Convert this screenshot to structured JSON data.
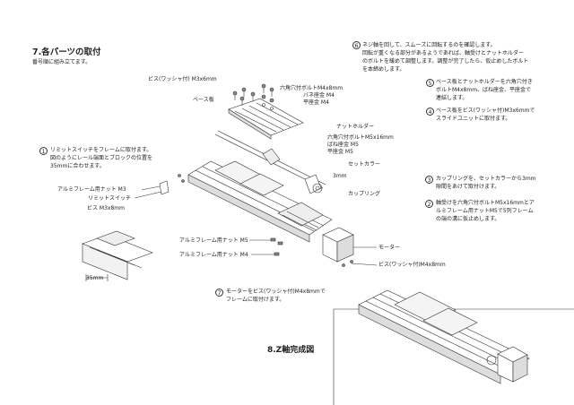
{
  "header": {
    "title": "7.各パーツの取付",
    "subtitle": "番号順に組み立てます。"
  },
  "steps": [
    {
      "num": "6",
      "lines": [
        "ネジ軸を回して、スムーズに回転するのを確認します。",
        "回転が重くなる部分があるようであれば、軸受けとナットホルダー",
        "のボルトを緩めて調整します。調整が完了したら、仮止めしたボルト",
        "を本締めします。"
      ]
    },
    {
      "num": "5",
      "lines": [
        "ベース板とナットホルダーを六角穴付き",
        "ボルトM4x8mm、ばね座金、平座金で",
        "連結します。"
      ]
    },
    {
      "num": "4",
      "lines": [
        "ベース板をビス(ワッシャ付)M3x6mmで",
        "スライドユニットに取付ます。"
      ]
    },
    {
      "num": "1",
      "lines": [
        "リミットスイッチをフレームに取付ます。",
        "図のようにレール端面とブロックの位置を",
        "35mmに合わせます。"
      ]
    },
    {
      "num": "3",
      "lines": [
        "カップリングを、セットカラーから3mm",
        "隙間をあけて取付けます。"
      ]
    },
    {
      "num": "2",
      "lines": [
        "軸受けを六角穴付ボルトM5x16mmとア",
        "ルミフレーム用ナットM5で5列フレーム",
        "の端の溝に仮止めします。"
      ]
    },
    {
      "num": "7",
      "lines": [
        "モーターをビス(ワッシャ付)M4x8mmで",
        "フレームに取付けます。"
      ]
    }
  ],
  "labels": {
    "screw_m3x6": "ビス(ワッシャ付)  M3x6mm",
    "base_plate": "ベース板",
    "hex_bolt_m4": "六角穴付ボルトM4x8mm",
    "spring_washer_m4": "バネ座金  M4",
    "flat_washer_m4": "平座金  M4",
    "nut_holder": "ナットホルダー",
    "hex_bolt_m5": "六角穴付ボルトM5x16mm",
    "spring_washer_m5": "ばね座金  M5",
    "flat_washer_m5": "平座金  M5",
    "set_collar": "セットカラー",
    "coupling": "カップリング",
    "dim_3mm": "3mm",
    "alu_nut_m3": "アルミフレーム用ナット  M3",
    "limit_switch": "リミットスイッチ",
    "screw_m3x8": "ビス  M3x8mm",
    "alu_nut_m5": "アルミフレーム用ナット  M5",
    "alu_nut_m4": "アルミフレーム用ナット  M4",
    "motor": "モーター",
    "screw_m4x8": "ビス(ワッシャ付)M4x8mm",
    "dim_35mm": "35mm"
  },
  "completed_caption": "8.Z軸完成図",
  "colors": {
    "line": "#333333",
    "fill": "#ffffff",
    "shade": "#888888"
  }
}
